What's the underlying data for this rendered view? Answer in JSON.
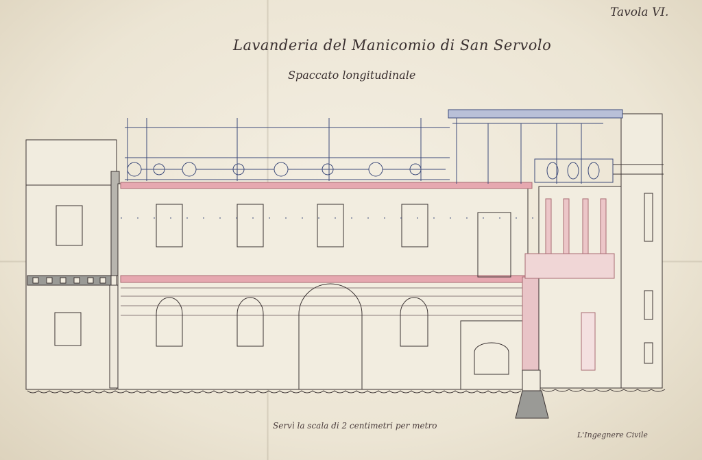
{
  "sheet": {
    "plate_label": "Tavola VI.",
    "title": "Lavanderia del Manicomio di San Servolo",
    "subtitle": "Spaccato longitudinale",
    "scale_note": "Servì la scala di 2 centimetri per metro",
    "signature": "L'Ingegnere Civile"
  },
  "colors": {
    "paper": "#efe9dc",
    "ink": "#3a3232",
    "blue_ink": "#3c4a7a",
    "red_wash": "#e6a8b0",
    "grey_wash": "#9a9a96"
  }
}
